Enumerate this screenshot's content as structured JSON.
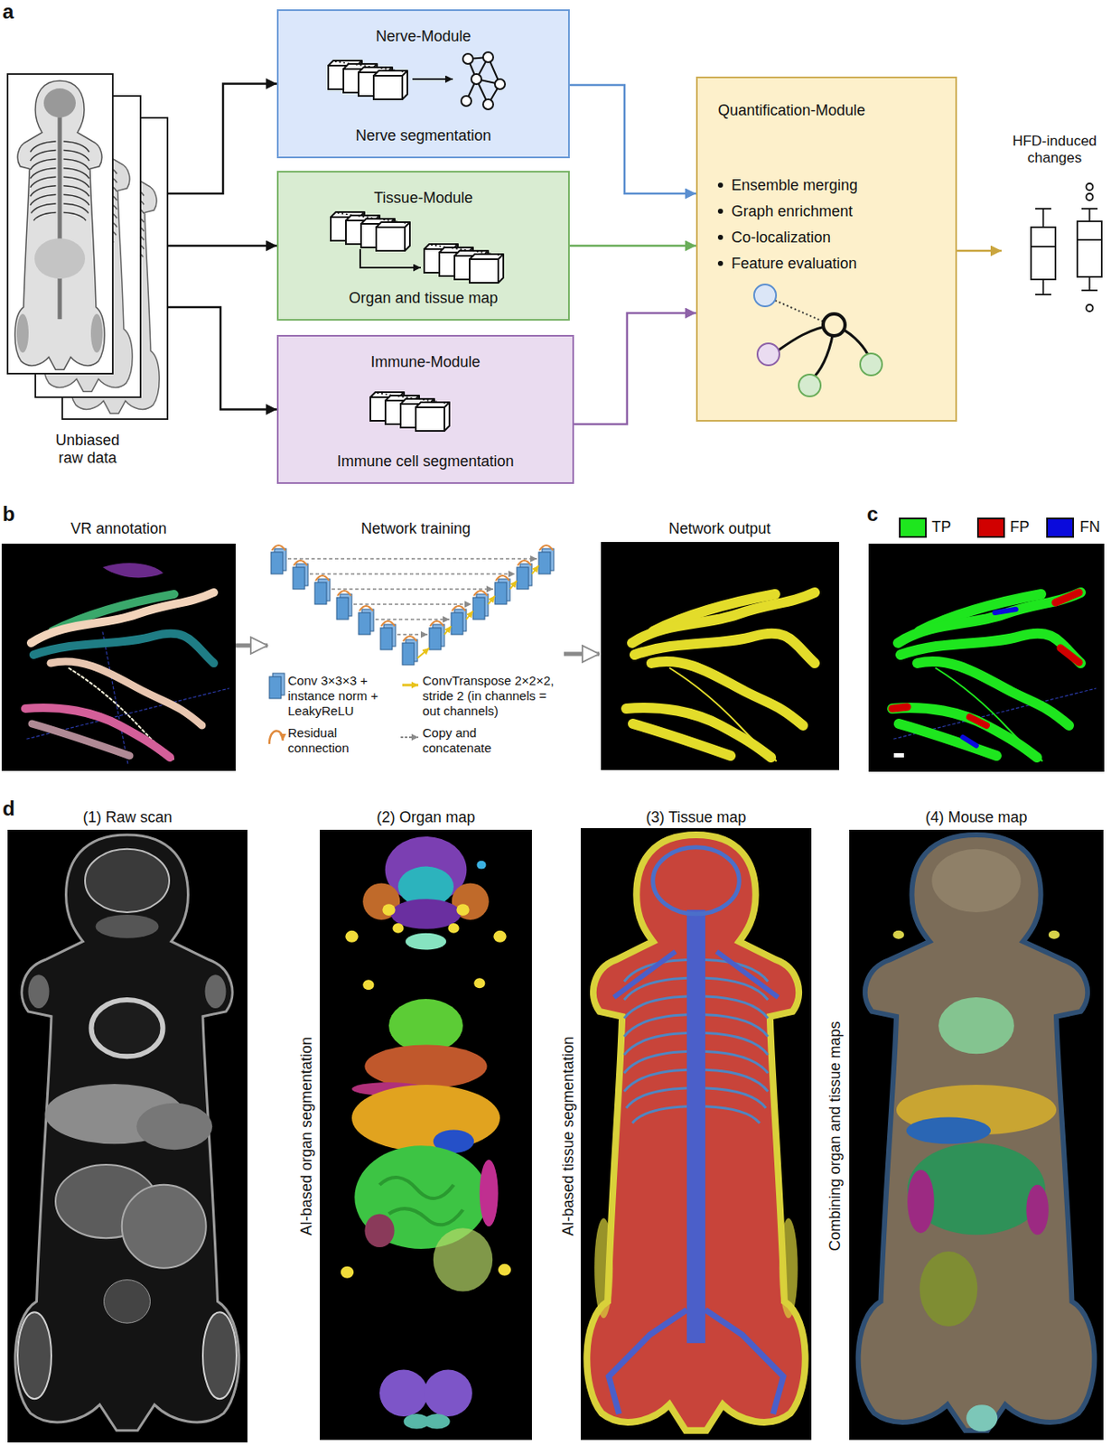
{
  "diagram": {
    "nodes": [
      {
        "text": [
          "Unbiased raw data"
        ]
      },
      {
        "text": [
          "Nerve-Module",
          "Nerve segmentation"
        ]
      },
      {
        "text": [
          "Tissue-Module",
          "Organ and tissue map"
        ]
      },
      {
        "text": [
          "Immune-Module",
          "Immune cell segmentation"
        ]
      },
      {
        "text": [
          "Quantification-Module",
          "Ensemble merging",
          "Graph enrichment",
          "Co-localization",
          "Feature evaluation"
        ]
      },
      {
        "text": [
          "HFD-induced changes"
        ]
      },
      {
        "text": [
          "VR annotation"
        ]
      },
      {
        "text": [
          "Network training"
        ]
      },
      {
        "text": [
          "Network output"
        ]
      },
      {
        "text": [
          "(1) Raw scan"
        ]
      },
      {
        "text": [
          "(2) Organ map"
        ]
      },
      {
        "text": [
          "(3) Tissue map"
        ]
      },
      {
        "text": [
          "(4) Mouse map"
        ]
      }
    ],
    "edges": [
      {
        "from": 0,
        "to": 1,
        "arrow": "to"
      },
      {
        "from": 0,
        "to": 2,
        "arrow": "to"
      },
      {
        "from": 0,
        "to": 3,
        "arrow": "to"
      },
      {
        "from": 1,
        "to": 4,
        "arrow": "to"
      },
      {
        "from": 2,
        "to": 4,
        "arrow": "to"
      },
      {
        "from": 3,
        "to": 4,
        "arrow": "to"
      },
      {
        "from": 4,
        "to": 5,
        "arrow": "to"
      },
      {
        "from": 6,
        "to": 7,
        "arrow": "to"
      },
      {
        "from": 7,
        "to": 8,
        "arrow": "to"
      }
    ],
    "labels": [
      "a",
      "b",
      "c",
      "d",
      "AI-based organ segmentation",
      "AI-based tissue segmentation",
      "Combining organ and tissue maps"
    ],
    "legend": [
      {
        "text": "Conv 3×3×3 + instance norm + LeakyReLU"
      },
      {
        "text": "Residual connection"
      },
      {
        "text": "ConvTranspose 2×2×2, stride 2 (in channels = out channels)"
      },
      {
        "text": "Copy and concatenate"
      },
      {
        "text": "TP",
        "color": "#1ee61e"
      },
      {
        "text": "FP",
        "color": "#d10000"
      },
      {
        "text": "FN",
        "color": "#0a0adc"
      }
    ]
  }
}
